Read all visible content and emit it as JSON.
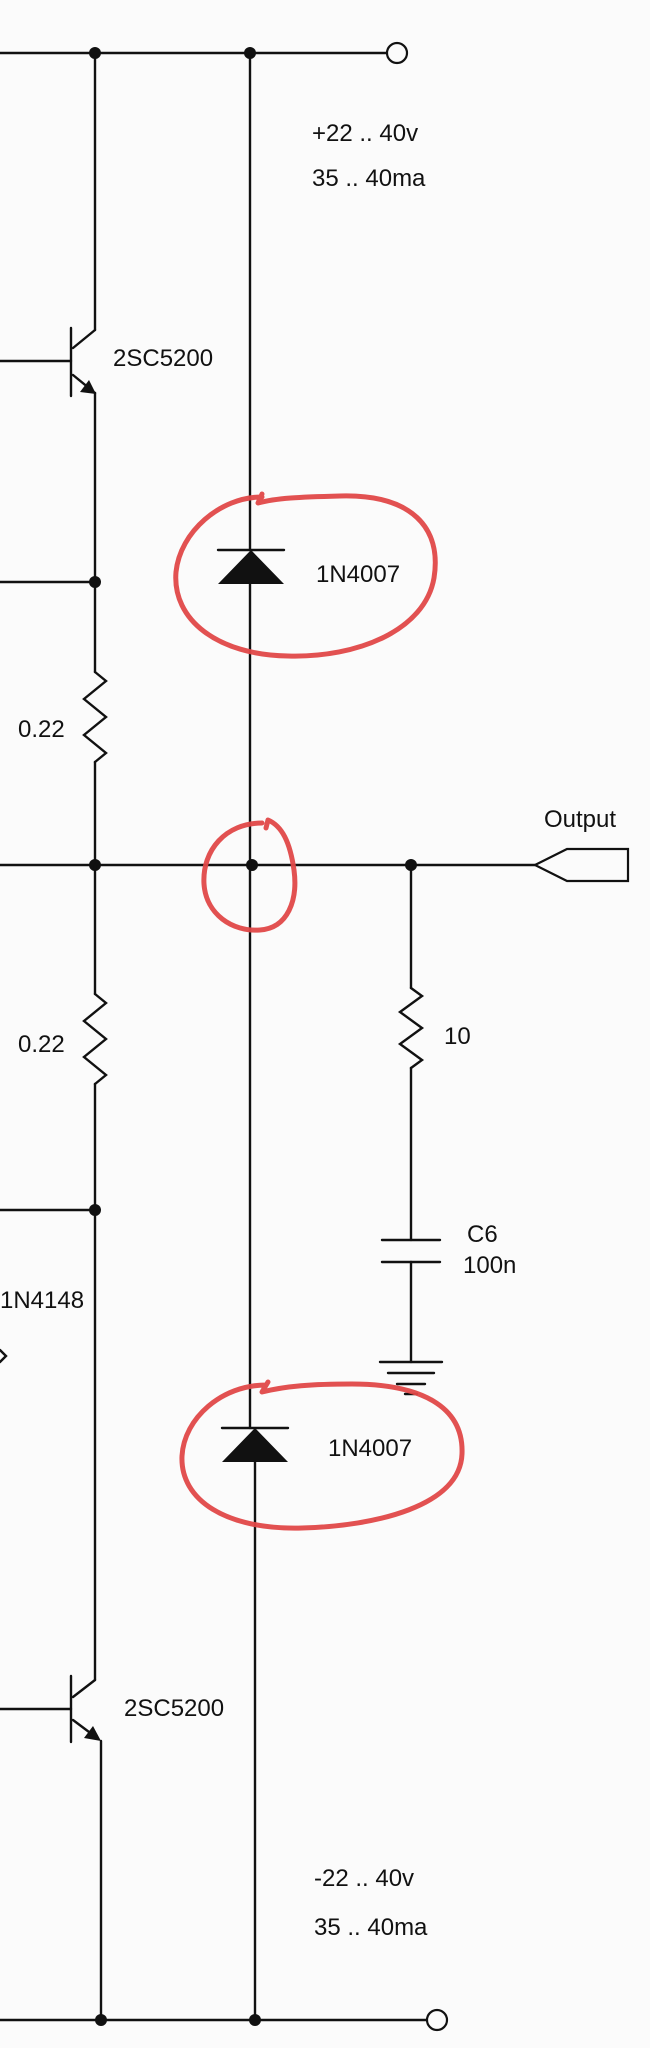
{
  "supply_top": {
    "voltage": "+22 .. 40v",
    "current": "35 .. 40ma"
  },
  "supply_bottom": {
    "voltage": "-22 .. 40v",
    "current": "35 .. 40ma"
  },
  "components": {
    "q_upper": "2SC5200",
    "q_lower": "2SC5200",
    "d_upper": "1N4007",
    "d_lower": "1N4007",
    "r_upper": "0.22",
    "r_lower": "0.22",
    "r_zobel": "10",
    "c_zobel_name": "C6",
    "c_zobel_value": "100n",
    "d_bias": "1N4148"
  },
  "output_label": "Output",
  "annotation_color": "#e04848"
}
